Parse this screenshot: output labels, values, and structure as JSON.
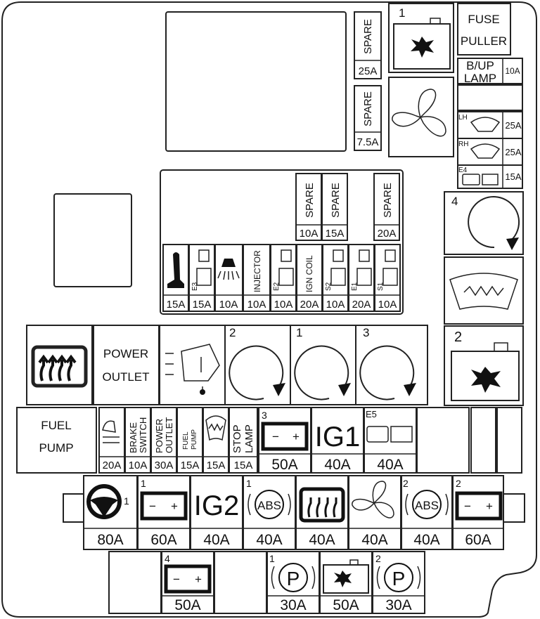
{
  "labels": {
    "spare": "SPARE",
    "fuse_puller": [
      "FUSE",
      "PULLER"
    ],
    "bup_lamp": [
      "B/UP",
      "LAMP"
    ],
    "power_outlet": [
      "POWER",
      "OUTLET"
    ],
    "fuel_pump": [
      "FUEL",
      "PUMP"
    ],
    "ig1": "IG1",
    "ig2": "IG2",
    "abs": "ABS",
    "parking": "P",
    "lh": "LH",
    "rh": "RH",
    "e4": "E4",
    "e5": "E5",
    "injector": "INJECTOR",
    "ign_coil": "IGN COIL",
    "brake_switch": [
      "BRAKE",
      "SWITCH"
    ],
    "power_outlet_v": [
      "POWER",
      "OUTLET"
    ],
    "fuel_pump_v": [
      "FUEL",
      "PUMP"
    ],
    "stop_lamp": [
      "STOP",
      "LAMP"
    ],
    "e1": "E1",
    "e2": "E2",
    "e3": "E3",
    "s1": "S1",
    "s2": "S2",
    "n1": "1",
    "n2": "2",
    "n3": "3",
    "n4": "4",
    "minus": "−",
    "plus": "+"
  },
  "ratings": {
    "spare_top": "25A",
    "spare_mid": "7.5A",
    "bup": "10A",
    "lh": "25A",
    "rh": "25A",
    "e4": "15A",
    "spare_row": [
      "10A",
      "15A",
      "20A"
    ],
    "row_small": [
      "15A",
      "15A",
      "10A",
      "10A",
      "10A",
      "20A",
      "10A",
      "20A",
      "10A"
    ],
    "row_mid": [
      "20A",
      "10A",
      "30A",
      "15A",
      "15A",
      "15A"
    ],
    "row_mid_big": [
      "50A",
      "40A",
      "40A"
    ],
    "row_80": [
      "80A",
      "60A",
      "40A",
      "40A",
      "40A",
      "40A",
      "40A",
      "60A"
    ],
    "row_bottom": [
      "50A",
      "30A",
      "50A",
      "30A"
    ]
  }
}
